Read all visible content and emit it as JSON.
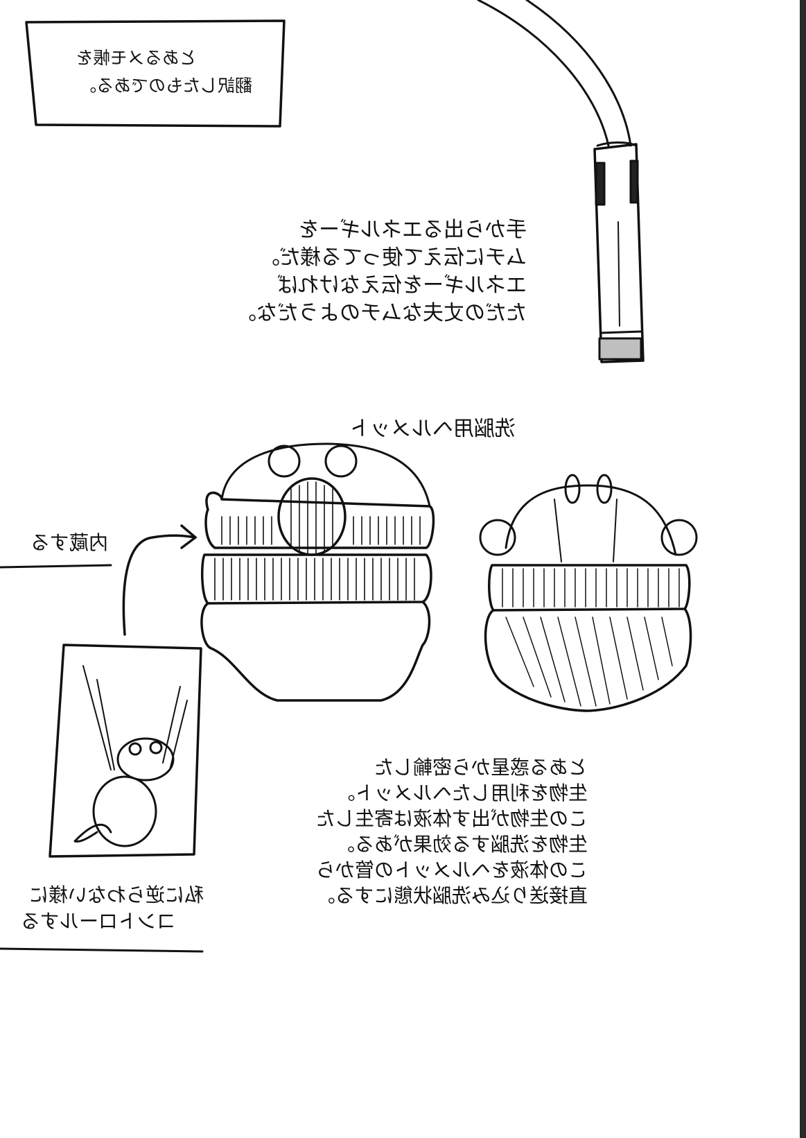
{
  "title_box": {
    "lines": [
      "とあるメモ帳を",
      "翻訳したものである。"
    ]
  },
  "whip_note": {
    "lines": [
      "手から出るエネルギーを",
      "ムチに伝えて使ってる様だ。",
      "エネルギーを伝えなければ",
      "ただの丈夫なムチのようだな。"
    ]
  },
  "helmet_label": "洗脳用ヘルメット",
  "builtin_label": "内蔵する",
  "helmet_note": {
    "lines": [
      "とある惑星から密輸した",
      "生物を利用したヘルメット。",
      "この生物が出す体液は寄生した",
      "生物を洗脳する効果がある。",
      "この体液をヘルメットの管から",
      "直接送り込み洗脳状態にする。"
    ]
  },
  "control_note": {
    "lines": [
      "私に逆らわない様に",
      "コントロールする"
    ]
  }
}
